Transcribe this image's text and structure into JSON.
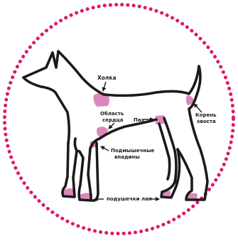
{
  "colors": {
    "frame_dots": "#e0176e",
    "spot_fill": "#dd86bb",
    "outline": "#1a1a1a",
    "background": "#ffffff"
  },
  "labels": {
    "withers": "Холка",
    "heart_line1": "Область",
    "heart_line2": "сердца",
    "groin": "Пах",
    "tail_base_line1": "Корень",
    "tail_base_line2": "хвоста",
    "armpits_line1": "Подмышечные",
    "armpits_line2": "впадины",
    "paw_pads": "подушечки лап"
  }
}
